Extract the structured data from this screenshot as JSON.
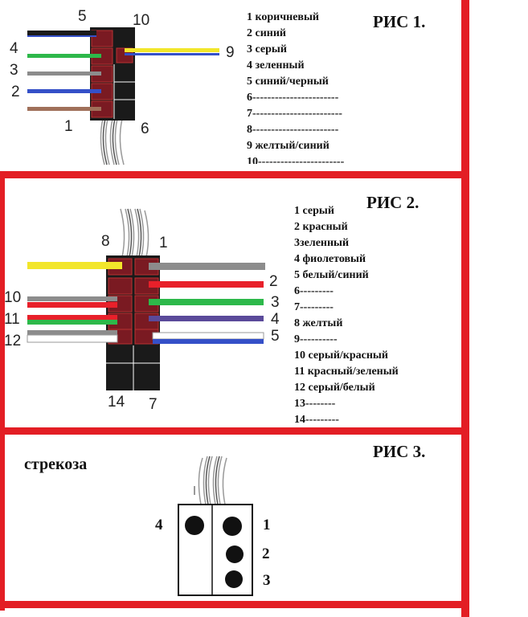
{
  "fig1": {
    "title": "РИС 1.",
    "legend": [
      "1 коричневый",
      "2 синий",
      "3 серый",
      "4 зеленный",
      "5 синий/черный",
      "6-----------------------",
      "7------------------------",
      "8-----------------------",
      "9 желтый/синий",
      "10-----------------------"
    ],
    "pins": {
      "p5": "5",
      "p10": "10",
      "p4": "4",
      "p9": "9",
      "p3": "3",
      "p2": "2",
      "p1": "1",
      "p6": "6"
    }
  },
  "fig2": {
    "title": "РИС 2.",
    "legend": [
      "1 серый",
      "2 красный",
      "3зеленный",
      "4 фиолетовый",
      "5 белый/синий",
      "6---------",
      "7---------",
      "8 желтый",
      "9----------",
      "10 серый/красный",
      "11 красный/зеленый",
      "12 серый/белый",
      "13--------",
      "14---------"
    ],
    "pins": {
      "p8": "8",
      "p1": "1",
      "p2": "2",
      "p10": "10",
      "p3": "3",
      "p11": "11",
      "p4": "4",
      "p12": "12",
      "p5": "5",
      "p14": "14",
      "p7": "7"
    }
  },
  "fig3": {
    "title": "РИС 3.",
    "subtitle": "стрекоза",
    "pins": {
      "p4": "4",
      "p1": "1",
      "p2": "2",
      "p3": "3"
    }
  },
  "colors": {
    "frame_red": "#e31e24",
    "connector_dark": "#1a1a1a",
    "pin_maroon": "#7a1a22",
    "wire_brown": "#a0705a",
    "wire_blue": "#3550c8",
    "wire_gray": "#8c8c8c",
    "wire_green": "#2db84a",
    "wire_yellow": "#f2e62a",
    "wire_red": "#e8202a",
    "wire_purple": "#5a4a9a"
  }
}
